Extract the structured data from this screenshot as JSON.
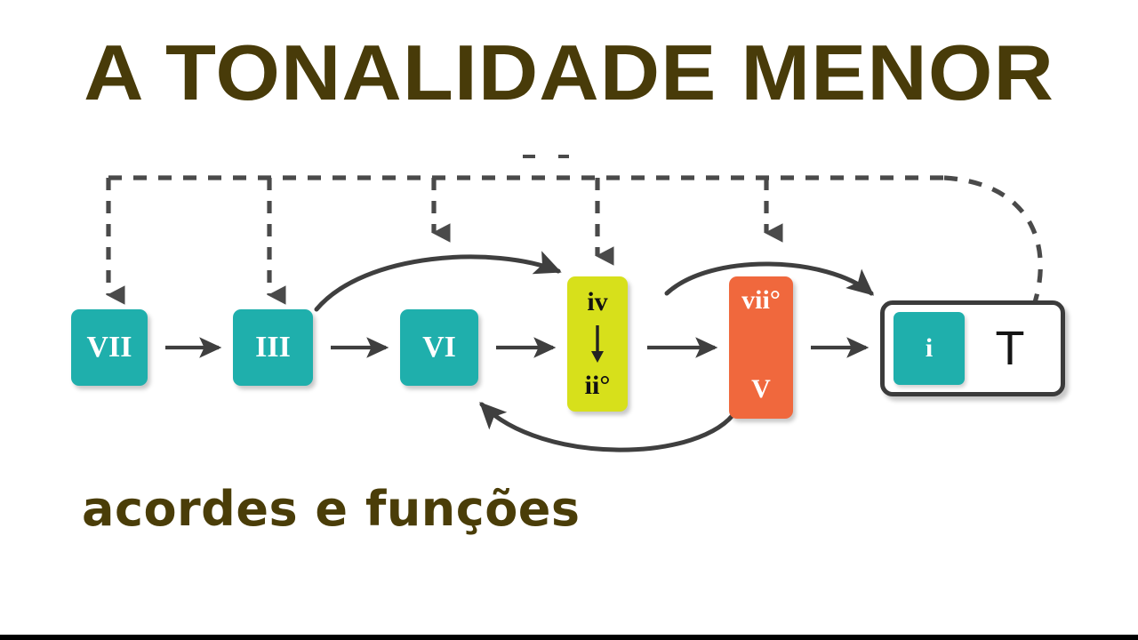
{
  "page": {
    "title": "A TONALIDADE MENOR",
    "subtitle": "acordes e funções",
    "title_color": "#483B09",
    "background": "#FFFFFF"
  },
  "palette": {
    "teal": "#1FAFAC",
    "yellow": "#D7E01B",
    "orange": "#F0683D",
    "arrow_gray": "#3F3F3F",
    "tonic_border": "#3B3B3B",
    "title_olive": "#483B09"
  },
  "diagram": {
    "type": "harmonic-function-flow",
    "boxes": [
      {
        "id": "vii",
        "label": "VII",
        "color": "teal",
        "order": 1
      },
      {
        "id": "iii",
        "label": "III",
        "color": "teal",
        "order": 2
      },
      {
        "id": "vi",
        "label": "VI",
        "color": "teal",
        "order": 3
      },
      {
        "id": "iv",
        "label": "iv",
        "color": "yellow",
        "order": 4
      },
      {
        "id": "ii0",
        "label": "ii°",
        "color": "yellow",
        "order": 4
      },
      {
        "id": "vii0",
        "label": "vii°",
        "color": "orange",
        "order": 5
      },
      {
        "id": "v",
        "label": "V",
        "color": "orange",
        "order": 5
      },
      {
        "id": "i",
        "label": "i",
        "color": "teal",
        "order": 6
      },
      {
        "id": "tonic_function",
        "label": "T",
        "color": "none",
        "order": 6
      }
    ],
    "straight_arrows": [
      {
        "from": "vii",
        "to": "iii"
      },
      {
        "from": "iii",
        "to": "vi"
      },
      {
        "from": "vi",
        "to": "iv"
      },
      {
        "from": "iv",
        "to": "vii0"
      },
      {
        "from": "vii0",
        "to": "i"
      }
    ],
    "curved_arrows": [
      {
        "from": "iii",
        "to": "iv",
        "direction": "over"
      },
      {
        "from": "vi",
        "to": "i",
        "direction": "over"
      },
      {
        "from": "v",
        "to": "vi",
        "direction": "under"
      }
    ],
    "dashed_returns": {
      "source": "i",
      "targets": [
        "vii",
        "iii",
        "vi",
        "iv",
        "vii0"
      ],
      "style": "dashed"
    }
  }
}
